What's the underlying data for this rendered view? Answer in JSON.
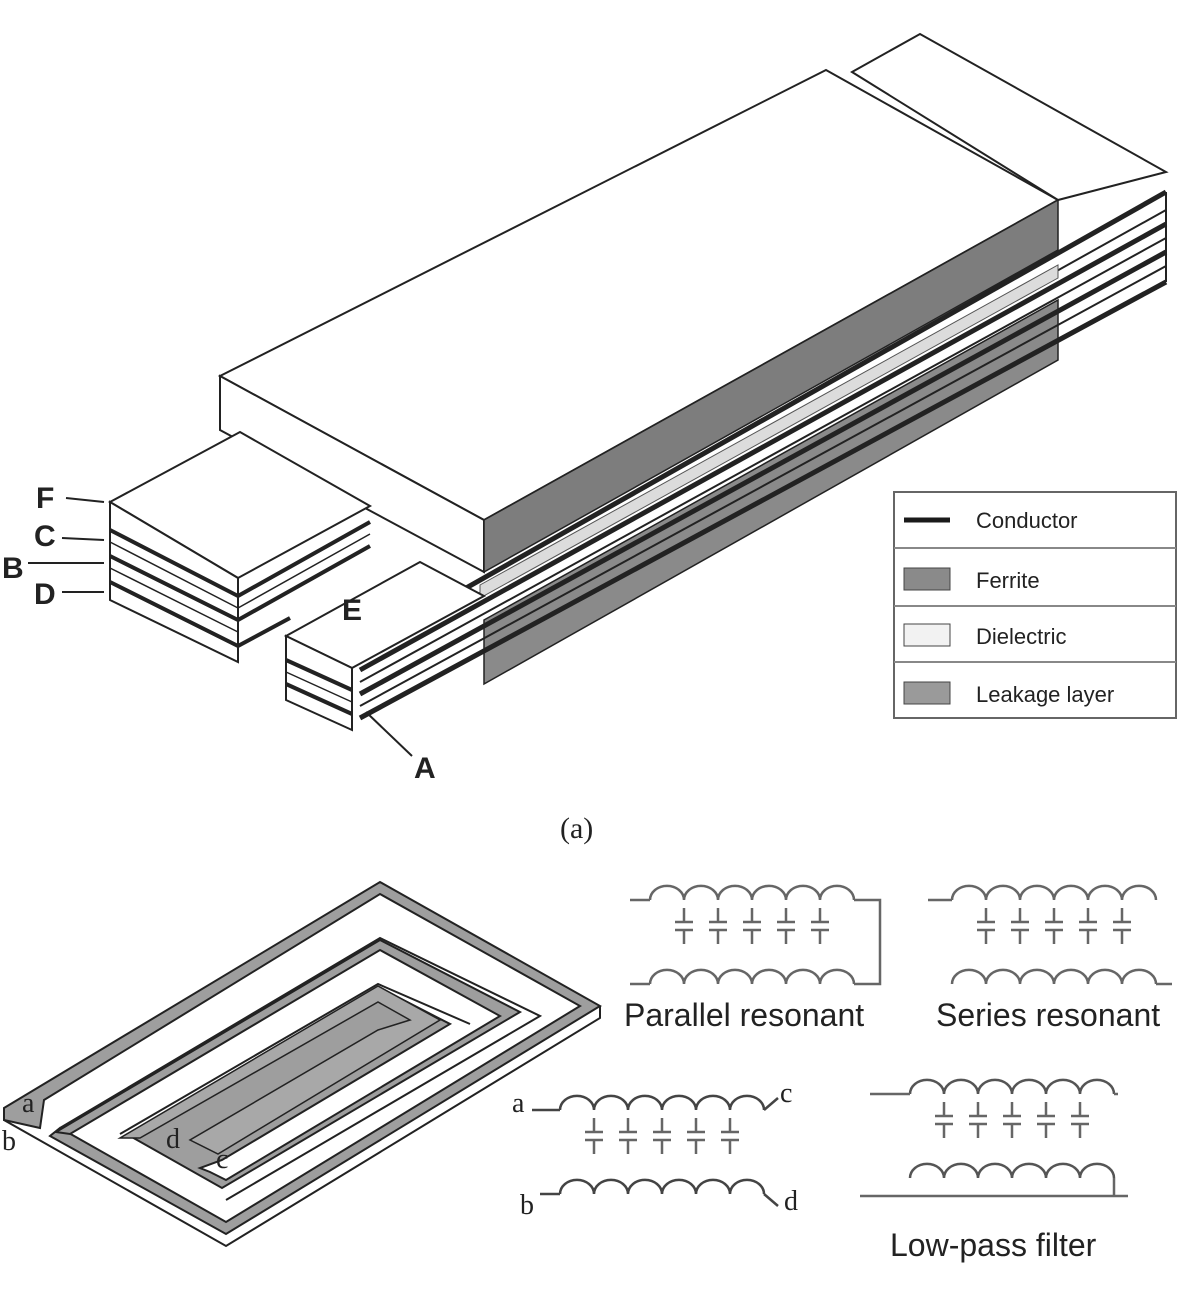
{
  "figure": {
    "caption_a": "(a)",
    "layer_labels": [
      "F",
      "C",
      "B",
      "D",
      "E",
      "A"
    ],
    "legend": [
      {
        "name": "Conductor",
        "swatch": "line",
        "color": "#1a1a1a"
      },
      {
        "name": "Ferrite",
        "swatch": "fill",
        "color": "#8a8a8a"
      },
      {
        "name": "Dielectric",
        "swatch": "fill",
        "color": "#f2f2f2"
      },
      {
        "name": "Leakage layer",
        "swatch": "fill",
        "color": "#9a9a9a"
      }
    ],
    "colors": {
      "ferrite": "#8c8c8c",
      "dielectric": "#f0f0f0",
      "conductor": "#1a1a1a",
      "trace": "#9e9e9e"
    },
    "spiral_terminals": [
      "a",
      "b",
      "d",
      "c"
    ],
    "circuits": {
      "parallel": "Parallel resonant",
      "series": "Series resonant",
      "lowpass": "Low-pass filter",
      "generic_terminals": [
        "a",
        "c",
        "b",
        "d"
      ]
    }
  }
}
